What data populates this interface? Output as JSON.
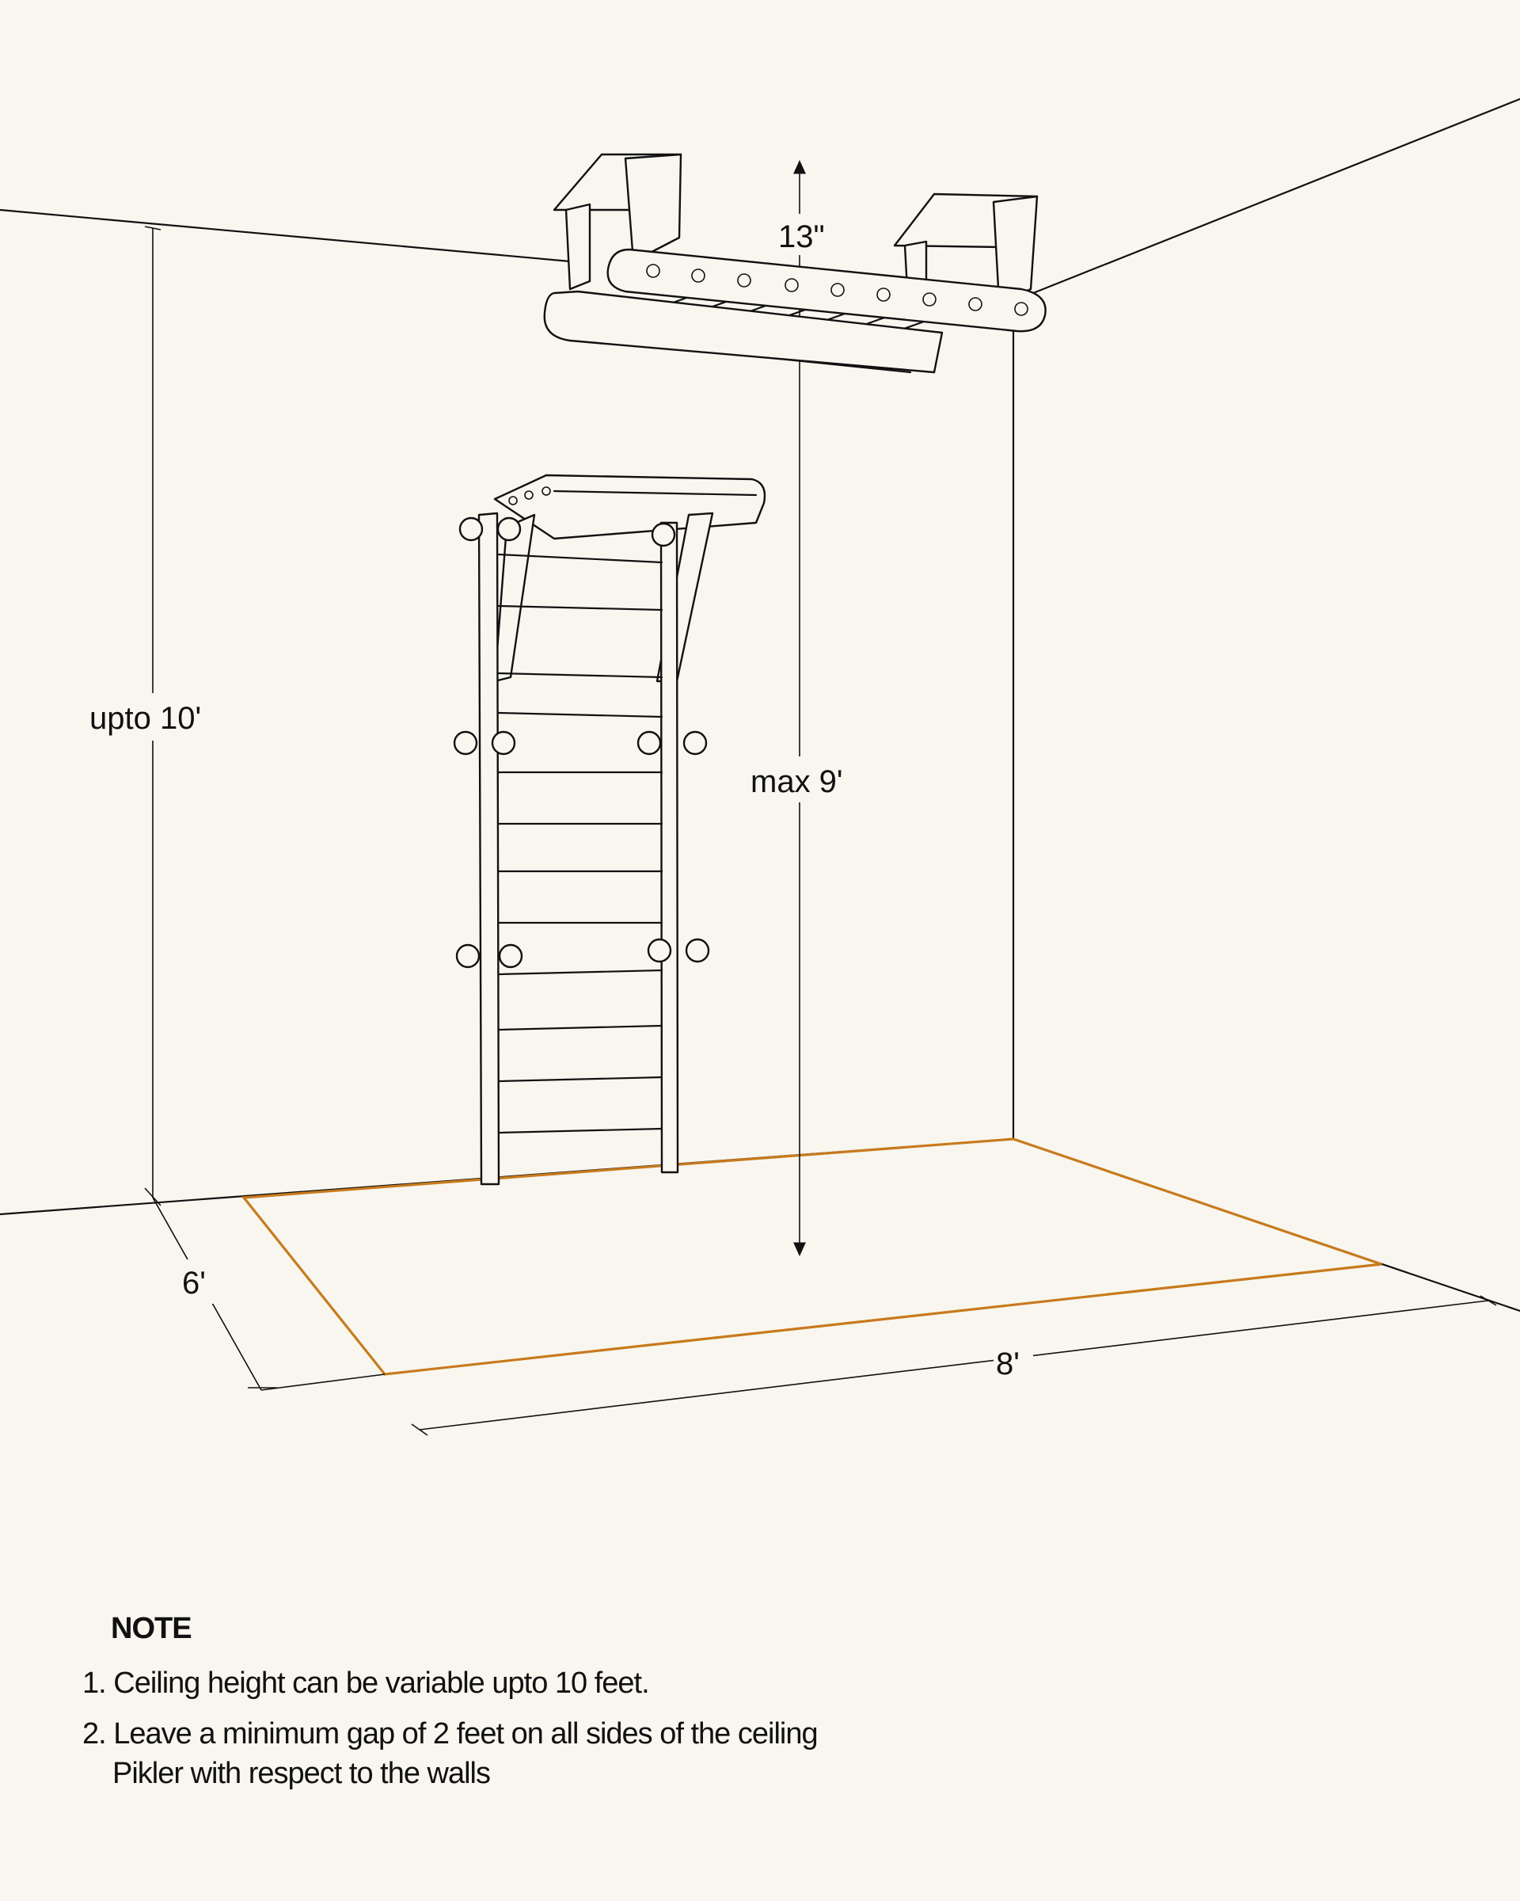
{
  "dimensions": {
    "ceiling_height": "upto 10'",
    "pikler_height": "max 9'",
    "bracket_drop": "13\"",
    "floor_depth": "6'",
    "floor_width": "8'"
  },
  "note": {
    "title": "NOTE",
    "items": [
      {
        "number": "1.",
        "text": "Ceiling height can be variable upto 10 feet.",
        "continuation": ""
      },
      {
        "number": "2.",
        "text": "Leave a minimum gap of 2 feet on all sides of the ceiling",
        "continuation": "Pikler with respect to the walls"
      }
    ]
  },
  "colors": {
    "background": "#f8f6ef",
    "line": "#111111",
    "floor_outline": "#c87a1c"
  }
}
